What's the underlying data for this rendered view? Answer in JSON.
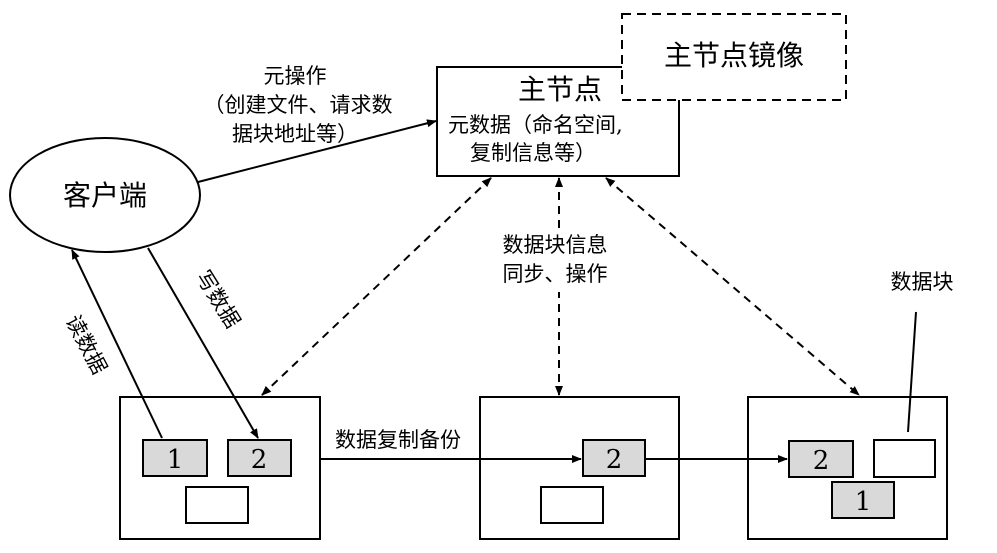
{
  "client": "客户端",
  "master": {
    "title": "主节点",
    "meta_line1": "元数据（命名空间,",
    "meta_line2": "复制信息等）"
  },
  "master_mirror": "主节点镜像",
  "client_to_master": {
    "line1": "元操作",
    "line2": "（创建文件、请求数",
    "line3": "据块地址等）"
  },
  "sync_label": {
    "line1": "数据块信息",
    "line2": "同步、操作"
  },
  "data_block_label": "数据块",
  "write_data": "写数据",
  "read_data": "读数据",
  "replication_label": "数据复制备份",
  "nodes": [
    {
      "blocks": [
        "1",
        "2"
      ]
    },
    {
      "blocks": [
        "2"
      ]
    },
    {
      "blocks": [
        "2",
        "1"
      ]
    }
  ],
  "colors": {
    "stroke": "#000000",
    "block_fill": "#d9d9d9",
    "empty_fill": "#ffffff"
  }
}
